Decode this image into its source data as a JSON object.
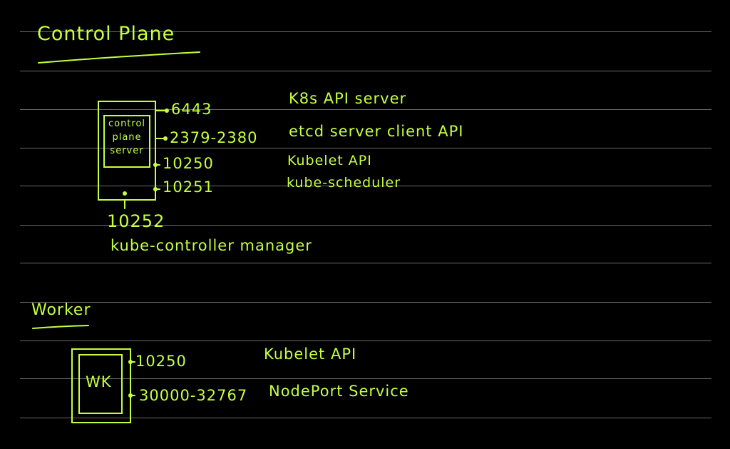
{
  "colors": {
    "ink": "#c6ff3d",
    "background": "#000000",
    "rule": "#6a6a6a"
  },
  "control_plane": {
    "heading": "Control Plane",
    "box_lines": [
      "control",
      "plane",
      "server"
    ],
    "ports": [
      {
        "port": "6443",
        "service": "K8s API server"
      },
      {
        "port": "2379-2380",
        "service": "etcd server client API"
      },
      {
        "port": "10250",
        "service": "Kubelet API"
      },
      {
        "port": "10251",
        "service": "kube-scheduler"
      }
    ],
    "bottom_port": {
      "port": "10252",
      "service": "kube-controller manager"
    }
  },
  "worker": {
    "heading": "Worker",
    "box_label": "WK",
    "ports": [
      {
        "port": "10250",
        "service": "Kubelet API"
      },
      {
        "port": "30000-32767",
        "service": "NodePort Service"
      }
    ]
  }
}
